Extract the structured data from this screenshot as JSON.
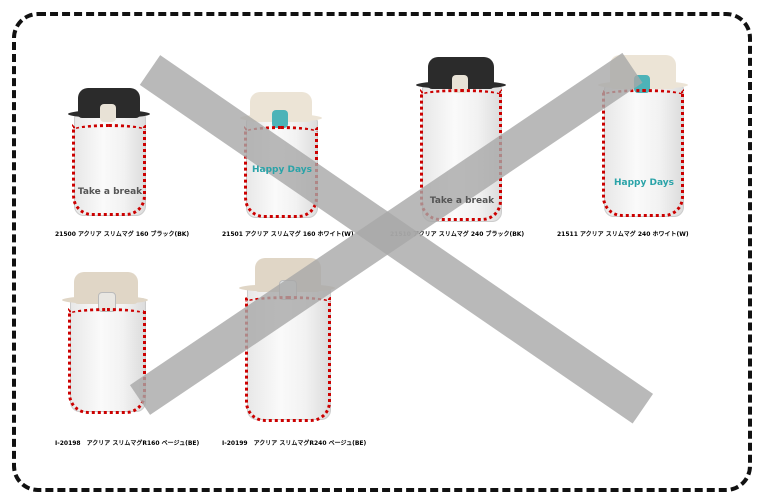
{
  "products": [
    {
      "caption": "21500 アクリア スリムマグ 160 ブラック(BK)",
      "print": "Take a break",
      "lid_color": "#2b2b2b",
      "button_color": "#e8e2d6"
    },
    {
      "caption": "21501 アクリア スリムマグ 160 ホワイト(W)",
      "print": "Happy Days",
      "lid_color": "#ece4d6",
      "button_color": "#4db3b8"
    },
    {
      "caption": "21510 アクリア スリムマグ 240 ブラック(BK)",
      "print": "Take a break",
      "lid_color": "#2b2b2b",
      "button_color": "#e8e2d6"
    },
    {
      "caption": "21511 アクリア スリムマグ 240 ホワイト(W)",
      "print": "Happy Days",
      "lid_color": "#ece4d6",
      "button_color": "#4db3b8"
    },
    {
      "caption": "I-20198　アクリア スリムマグR160 ベージュ(BE)",
      "print": "",
      "lid_color": "#e0d6c6",
      "button_color": "#e9e7e2"
    },
    {
      "caption": "I-20199　アクリア スリムマグR240 ベージュ(BE)",
      "print": "",
      "lid_color": "#e0d6c6",
      "button_color": "#dfe4e6"
    }
  ],
  "colors": {
    "outline": "#cc0000",
    "cross": "#a8a8a8",
    "print_teal": "#2aa3a8"
  }
}
